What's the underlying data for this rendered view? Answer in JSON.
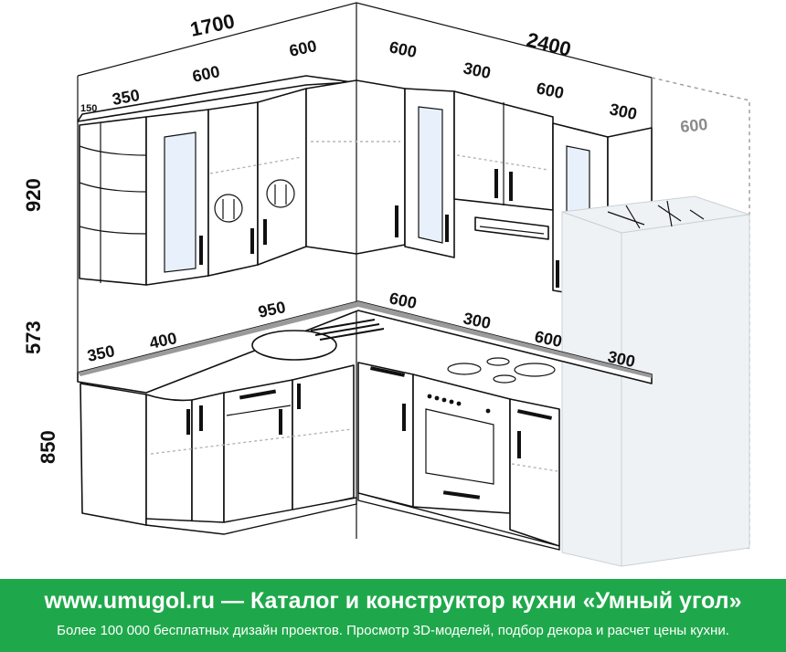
{
  "dimensions": {
    "top_total_left": "1700",
    "top_total_right": "2400",
    "upper_left": [
      "150",
      "350",
      "600",
      "600"
    ],
    "upper_right": [
      "600",
      "300",
      "600",
      "300"
    ],
    "fridge_width": "600",
    "height_upper": "920",
    "height_gap": "573",
    "height_base": "850",
    "counter_left": [
      "350",
      "400",
      "950"
    ],
    "counter_right": [
      "600",
      "300",
      "600",
      "300"
    ]
  },
  "banner": {
    "title": "www.umugol.ru  —  Каталог и конструктор кухни «Умный угол»",
    "subtitle": "Более 100 000 бесплатных дизайн проектов. Просмотр 3D-моделей, подбор декора и расчет цены кухни."
  },
  "colors": {
    "banner_bg": "#1fa84b",
    "banner_text": "#ffffff",
    "outline": "#111111",
    "fridge_ghost": "#9a9a9a"
  }
}
